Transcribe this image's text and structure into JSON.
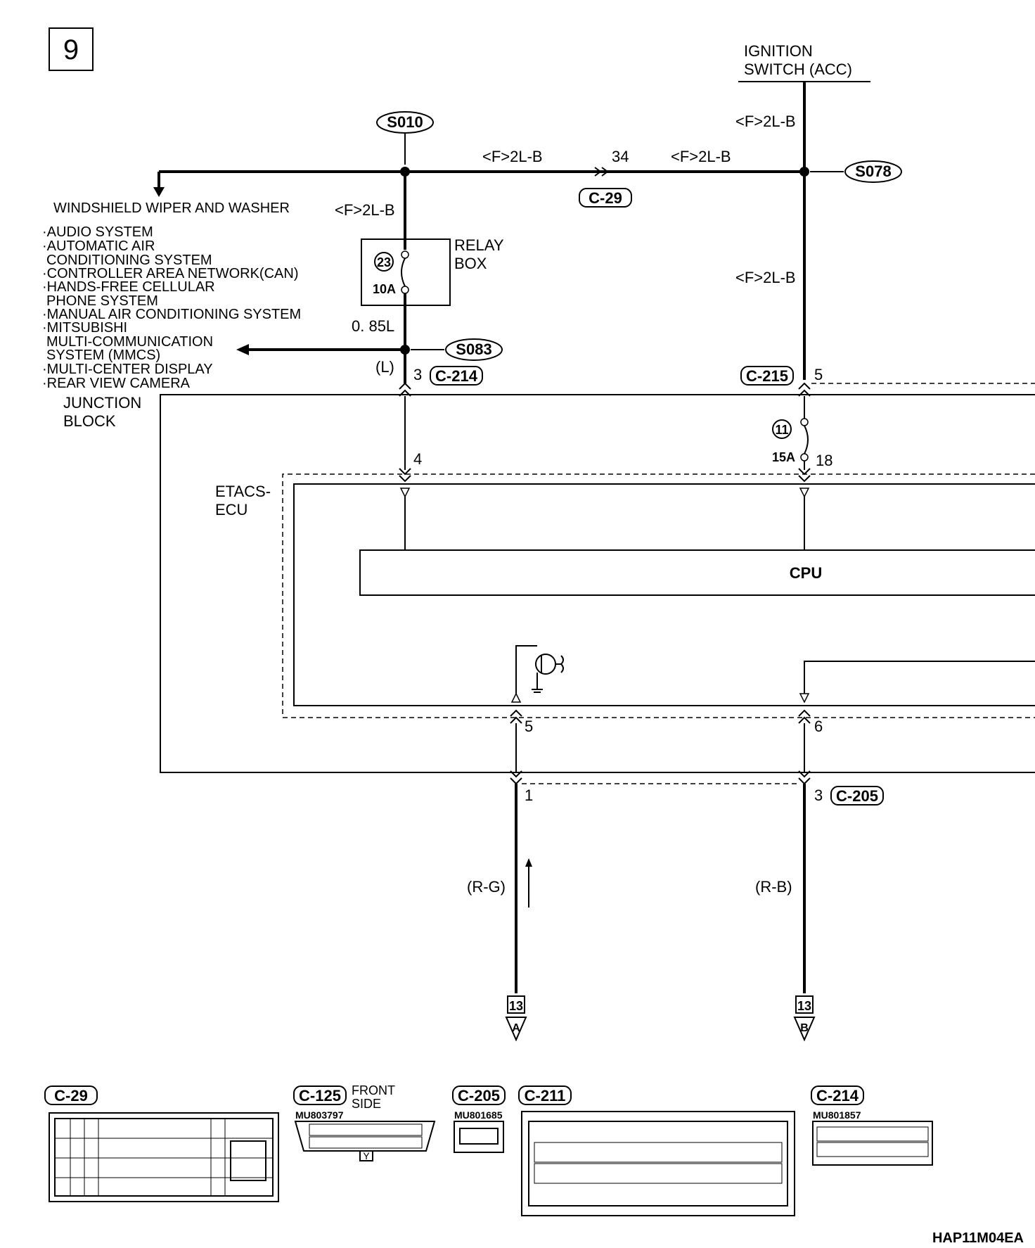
{
  "page_number": "9",
  "ignition": {
    "line1": "IGNITION",
    "line2": "SWITCH (ACC)"
  },
  "splices": {
    "s010": "S010",
    "s078": "S078",
    "s083": "S083"
  },
  "wire_labels": {
    "w_top1": "<F>2L-B",
    "w_top2": "<F>2L-B",
    "w_top3": "<F>2L-B",
    "w_left": "<F>2L-B",
    "w_right": "<F>2L-B",
    "w_085": "0. 85L",
    "w_L": "(L)",
    "w_RG": "(R-G)",
    "w_RB": "(R-B)"
  },
  "pins": {
    "p34": "34",
    "p3a": "3",
    "p5a": "5",
    "p4": "4",
    "p18": "18",
    "p5b": "5",
    "p6": "6",
    "p1": "1",
    "p3b": "3"
  },
  "connectors": {
    "c29": "C-29",
    "c214": "C-214",
    "c215": "C-215",
    "c205": "C-205"
  },
  "left_list": {
    "wiper": "WINDSHIELD WIPER AND WASHER",
    "items": [
      "·AUDIO SYSTEM",
      "·AUTOMATIC AIR",
      "CONDITIONING SYSTEM",
      "·CONTROLLER AREA NETWORK(CAN)",
      "·HANDS-FREE CELLULAR",
      "PHONE SYSTEM",
      "·MANUAL AIR CONDITIONING SYSTEM",
      "·MITSUBISHI",
      "MULTI-COMMUNICATION",
      "SYSTEM (MMCS)",
      "·MULTI-CENTER DISPLAY",
      "·REAR VIEW CAMERA"
    ]
  },
  "relay_box": {
    "line1": "RELAY",
    "line2": "BOX",
    "fuse_no": "23",
    "fuse_amp": "10A"
  },
  "junction_block": {
    "line1": "JUNCTION",
    "line2": "BLOCK",
    "fuse_no": "11",
    "fuse_amp": "15A"
  },
  "etacs": {
    "line1": "ETACS-",
    "line2": "ECU",
    "cpu": "CPU"
  },
  "offpage": {
    "a_page": "13",
    "a_letter": "A",
    "b_page": "13",
    "b_letter": "B"
  },
  "bottom": {
    "c29": {
      "name": "C-29"
    },
    "c125": {
      "name": "C-125",
      "note1": "FRONT",
      "note2": "SIDE",
      "part": "MU803797",
      "key": "Y"
    },
    "c205": {
      "name": "C-205",
      "part": "MU801685"
    },
    "c211": {
      "name": "C-211"
    },
    "c214": {
      "name": "C-214",
      "part": "MU801857"
    }
  },
  "footer_code": "HAP11M04EA"
}
